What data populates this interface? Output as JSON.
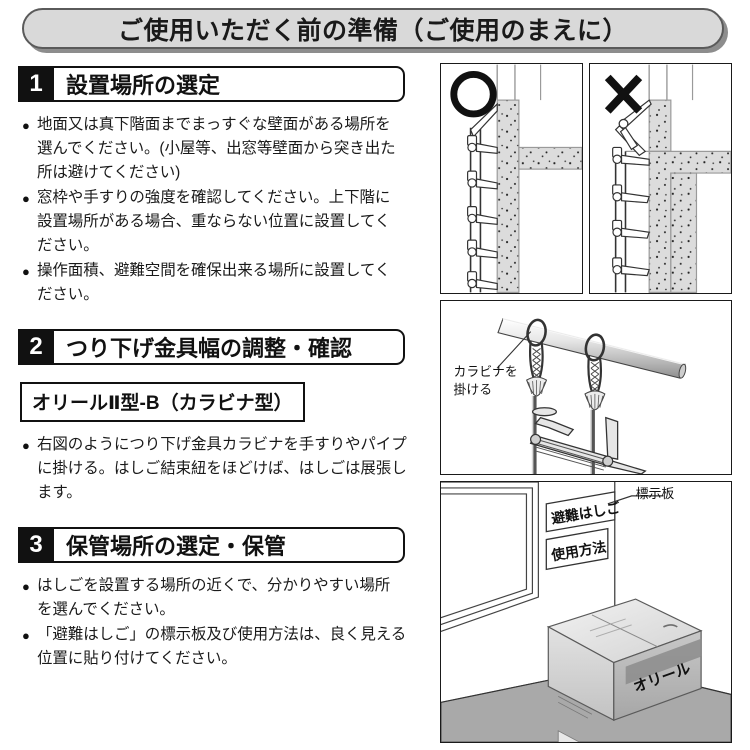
{
  "page": {
    "title": "ご使用いただく前の準備（ご使用のまえに）"
  },
  "sections": [
    {
      "number": "1",
      "heading": "設置場所の選定",
      "bullets": [
        "地面又は真下階面までまっすぐな壁面がある場所を\n選んでください。(小屋等、出窓等壁面から突き出た\n所は避けてください)",
        "窓枠や手すりの強度を確認してください。上下階に\n設置場所がある場合、重ならない位置に設置してく\nださい。",
        "操作面積、避難空間を確保出来る場所に設置してく\nださい。"
      ]
    },
    {
      "number": "2",
      "heading": "つり下げ金具幅の調整・確認",
      "model_label": "オリールⅡ型-B（カラビナ型）",
      "bullets": [
        "右図のようにつり下げ金具カラビナを手すりやパイプ\nに掛ける。はしご結束紐をほどけば、はしごは展張し\nます。"
      ]
    },
    {
      "number": "3",
      "heading": "保管場所の選定・保管",
      "bullets": [
        "はしごを設置する場所の近くで、分かりやすい場所\nを選んでください。",
        "「避難はしご」の標示板及び使用方法は、良く見える\n位置に貼り付けてください。"
      ]
    }
  ],
  "illustrations": {
    "panel_ok": {
      "mark": "○",
      "caption": "straight-wall-ladder-correct"
    },
    "panel_ng": {
      "mark": "✕",
      "caption": "protruding-wall-ladder-incorrect"
    },
    "panel_carabiner": {
      "callout": "カラビナを\n掛ける",
      "callout_line1": "カラビナを",
      "callout_line2": "掛ける"
    },
    "panel_storage": {
      "sign_1": "避難はしご",
      "sign_2": "使用方法",
      "callout": "標示板",
      "box_brand": "オリール"
    }
  },
  "colors": {
    "title_fill": "#d9d9d9",
    "title_border": "#5a5a5a",
    "title_shadow": "#8d8d8d",
    "number_box": "#111111",
    "text": "#1a1a1a",
    "wall_fill": "#dcdcdc",
    "floor_fill": "#a8a8a8",
    "metal_fill": "#d0d0d0"
  }
}
